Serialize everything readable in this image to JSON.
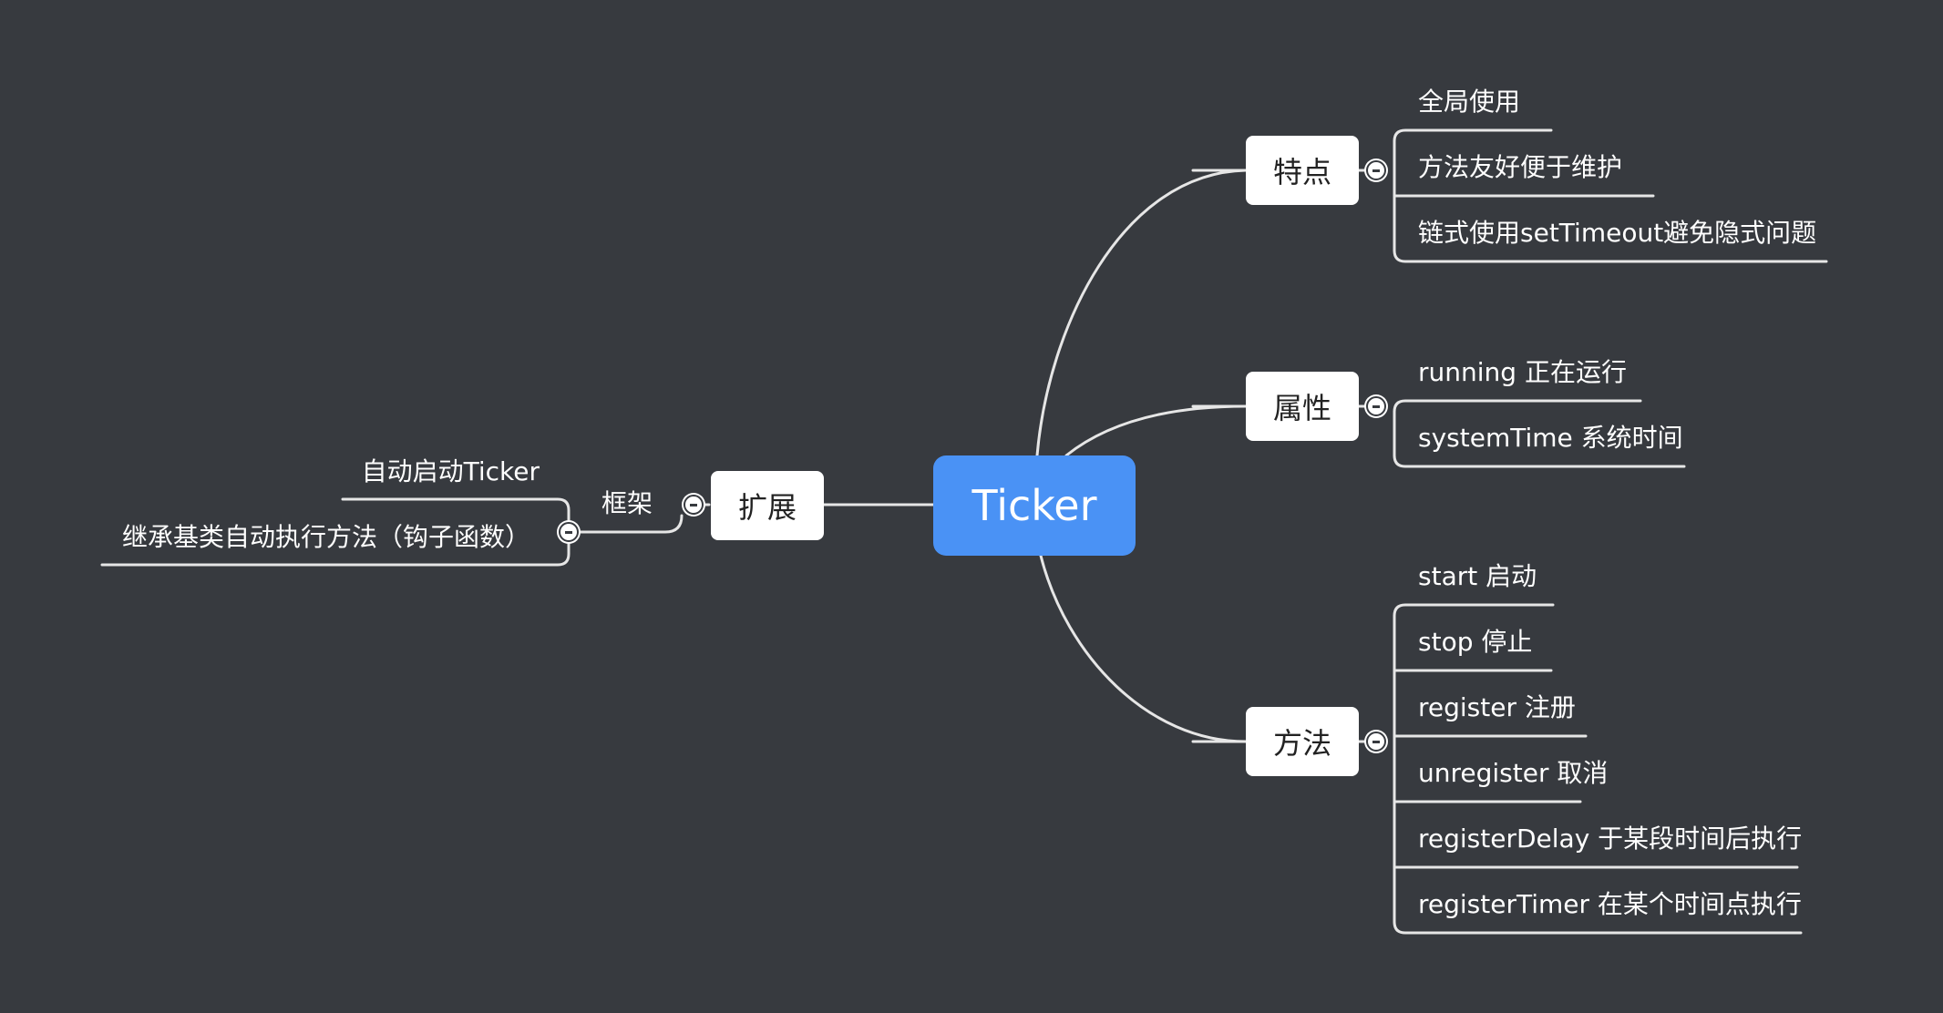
{
  "root": {
    "label": "Ticker"
  },
  "branches": {
    "features": {
      "label": "特点",
      "items": [
        "全局使用",
        "方法友好便于维护",
        "链式使用setTimeout避免隐式问题"
      ]
    },
    "properties": {
      "label": "属性",
      "items": [
        "running 正在运行",
        "systemTime 系统时间"
      ]
    },
    "methods": {
      "label": "方法",
      "items": [
        "start 启动",
        "stop 停止",
        "register 注册",
        "unregister 取消",
        "registerDelay 于某段时间后执行",
        "registerTimer 在某个时间点执行"
      ]
    },
    "extension": {
      "label": "扩展",
      "sub": {
        "label": "框架",
        "items": [
          "自动启动Ticker",
          "继承基类自动执行方法（钩子函数）"
        ]
      }
    }
  },
  "colors": {
    "background": "#373a3f",
    "root": "#4a92f5",
    "node": "#ffffff",
    "line": "#e6e6e6"
  }
}
